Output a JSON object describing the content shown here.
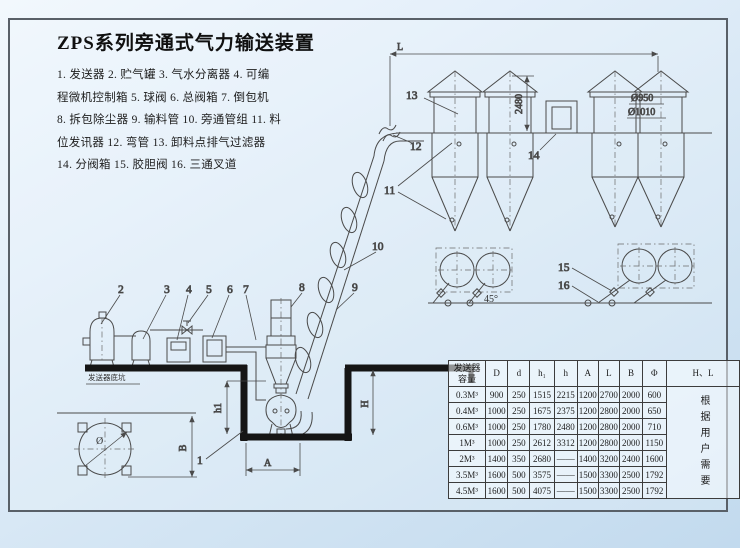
{
  "page": {
    "title": "ZPS系列旁通式气力输送装置"
  },
  "legend": {
    "lines": [
      "1. 发送器  2. 贮气罐  3. 气水分离器  4. 可编",
      "程微机控制箱  5. 球阀  6. 总阀箱  7. 倒包机",
      "8. 拆包除尘器  9. 输料管  10. 旁通管组  11. 料",
      "位发讯器  12. 弯管   13. 卸料点排气过滤器",
      "14. 分阀箱   15. 胶胆阀    16. 三通叉道"
    ]
  },
  "diagram": {
    "labels": {
      "n1": "1",
      "n2": "2",
      "n3": "3",
      "n4": "4",
      "n5": "5",
      "n6": "6",
      "n7": "7",
      "n8": "8",
      "n9": "9",
      "n10": "10",
      "n11": "11",
      "n12": "12",
      "n13": "13",
      "n14": "14",
      "n15": "15",
      "n16": "16"
    },
    "dims": {
      "L": "L",
      "d2480": "2480",
      "phi950": "Ø950",
      "phi1010": "Ø1010",
      "deg45": "45°",
      "A": "A",
      "B": "B",
      "H": "H",
      "h1": "h1",
      "phi": "Ø"
    },
    "pit_note": "发送器底坑"
  },
  "table": {
    "headers": [
      "发送器容量",
      "D",
      "d",
      "h₁",
      "h",
      "A",
      "L",
      "B",
      "Φ",
      "H、L"
    ],
    "rows": [
      [
        "0.3M³",
        "900",
        "250",
        "1515",
        "2215",
        "1200",
        "2700",
        "2000",
        "600"
      ],
      [
        "0.4M³",
        "1000",
        "250",
        "1675",
        "2375",
        "1200",
        "2800",
        "2000",
        "650"
      ],
      [
        "0.6M³",
        "1000",
        "250",
        "1780",
        "2480",
        "1200",
        "2800",
        "2000",
        "710"
      ],
      [
        "1M³",
        "1000",
        "250",
        "2612",
        "3312",
        "1200",
        "2800",
        "2000",
        "1150"
      ],
      [
        "2M³",
        "1400",
        "350",
        "2680",
        "——",
        "1400",
        "3200",
        "2400",
        "1600"
      ],
      [
        "3.5M³",
        "1600",
        "500",
        "3575",
        "——",
        "1500",
        "3300",
        "2500",
        "1792"
      ],
      [
        "4.5M³",
        "1600",
        "500",
        "4075",
        "——",
        "1500",
        "3300",
        "2500",
        "1792"
      ]
    ],
    "note": "根据用户需要"
  },
  "colors": {
    "line": "#4a4a4a",
    "thick": "#151515",
    "frame": "#596068",
    "bg_top": "#f2f8fd",
    "bg_bottom": "#c2daee"
  }
}
